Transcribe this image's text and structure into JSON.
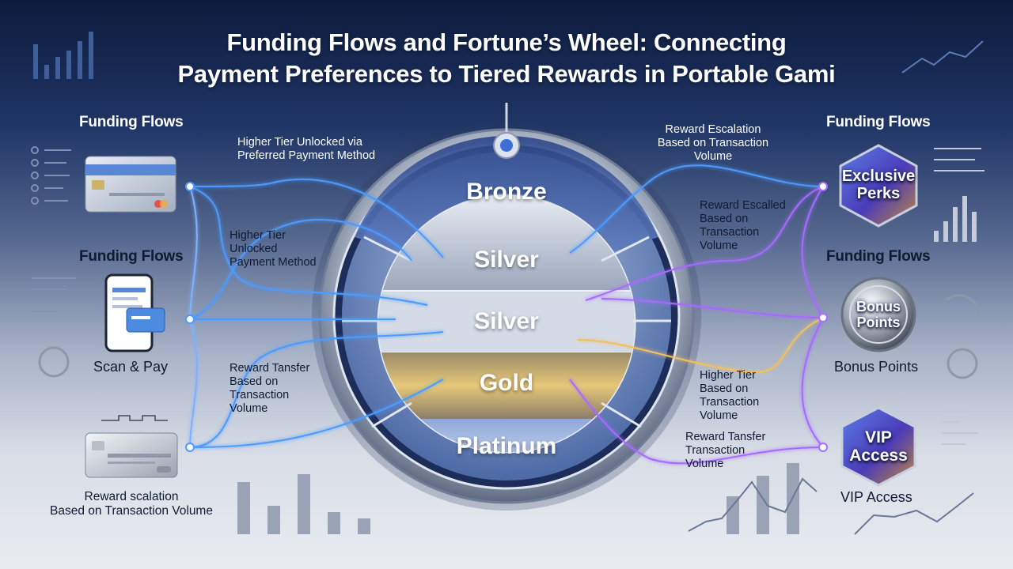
{
  "title": {
    "line1": "Funding Flows and Fortune’s Wheel: Connecting",
    "line2": "Payment Preferences to Tiered Rewards in Portable Gami"
  },
  "wheel": {
    "tiers": [
      "Bronze",
      "Silver",
      "Silver",
      "Gold",
      "Platinum"
    ]
  },
  "left": {
    "heading_top": "Funding Flows",
    "heading_mid": "Funding Flows",
    "scan_pay": "Scan & Pay",
    "bottom_caption": "Reward scalation\nBased on Transaction Volume",
    "connector_label_1": "Higher Tier Unlocked via\nPreferred Payment Method",
    "connector_label_2": "Higher Tier\nUnlocked\nPayment Method",
    "connector_label_3": "Reward Tansfer\nBased on\nTransaction\nVolume"
  },
  "right": {
    "heading_top": "Funding Flows",
    "heading_mid": "Funding Flows",
    "connector_label_1": "Reward Escalation\nBased on Transaction\nVolume",
    "connector_label_2": "Reward Escalled\nBased on\nTransaction\nVolume",
    "connector_label_3": "Higher Tier\nBased on\nTransaction\nVolume",
    "connector_label_4": "Reward Tansfer\nTransaction\nVolume",
    "badge_exclusive": "Exclusive\nPerks",
    "badge_bonus": "Bonus\nPoints",
    "badge_bonus_caption": "Bonus Points",
    "badge_vip": "VIP\nAccess",
    "badge_vip_caption": "VIP Access"
  },
  "icons": {
    "credit_card_blue": "credit-card-icon",
    "mobile_wallet": "smartphone-wallet-icon",
    "credit_card_silver": "credit-card-icon",
    "exclusive_badge": "hexagon-badge-icon",
    "bonus_badge": "coin-badge-icon",
    "vip_badge": "hexagon-badge-icon"
  },
  "colors": {
    "blue_flow": "#3a8dff",
    "purple_flow": "#a66bff",
    "gold_flow": "#f0c060",
    "node": "#ffffff"
  }
}
